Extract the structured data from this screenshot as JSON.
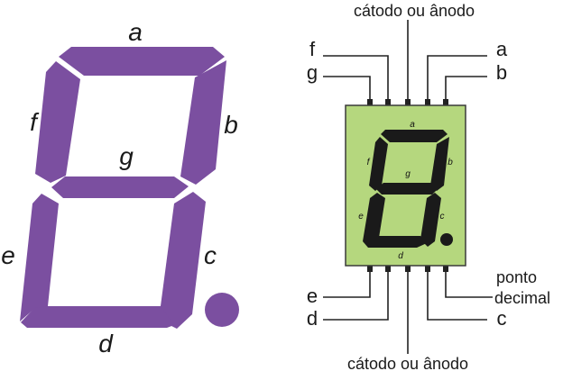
{
  "colors": {
    "segment": "#7b4fa0",
    "package": "#b5d77e",
    "package_border": "#3a3a3a",
    "small_segment": "#1a1a1a",
    "wire": "#222222"
  },
  "big_display": {
    "segments": {
      "a": "a",
      "b": "b",
      "c": "c",
      "d": "d",
      "e": "e",
      "f": "f",
      "g": "g"
    }
  },
  "component": {
    "top_common": "cátodo ou ânodo",
    "bottom_common": "cátodo ou ânodo",
    "pins": {
      "f": "f",
      "g": "g",
      "a": "a",
      "b": "b",
      "e": "e",
      "d": "d",
      "c": "c"
    },
    "decimal_point": {
      "line1": "ponto",
      "line2": "decimal"
    },
    "inner_labels": {
      "a": "a",
      "b": "b",
      "c": "c",
      "d": "d",
      "e": "e",
      "f": "f",
      "g": "g"
    }
  }
}
